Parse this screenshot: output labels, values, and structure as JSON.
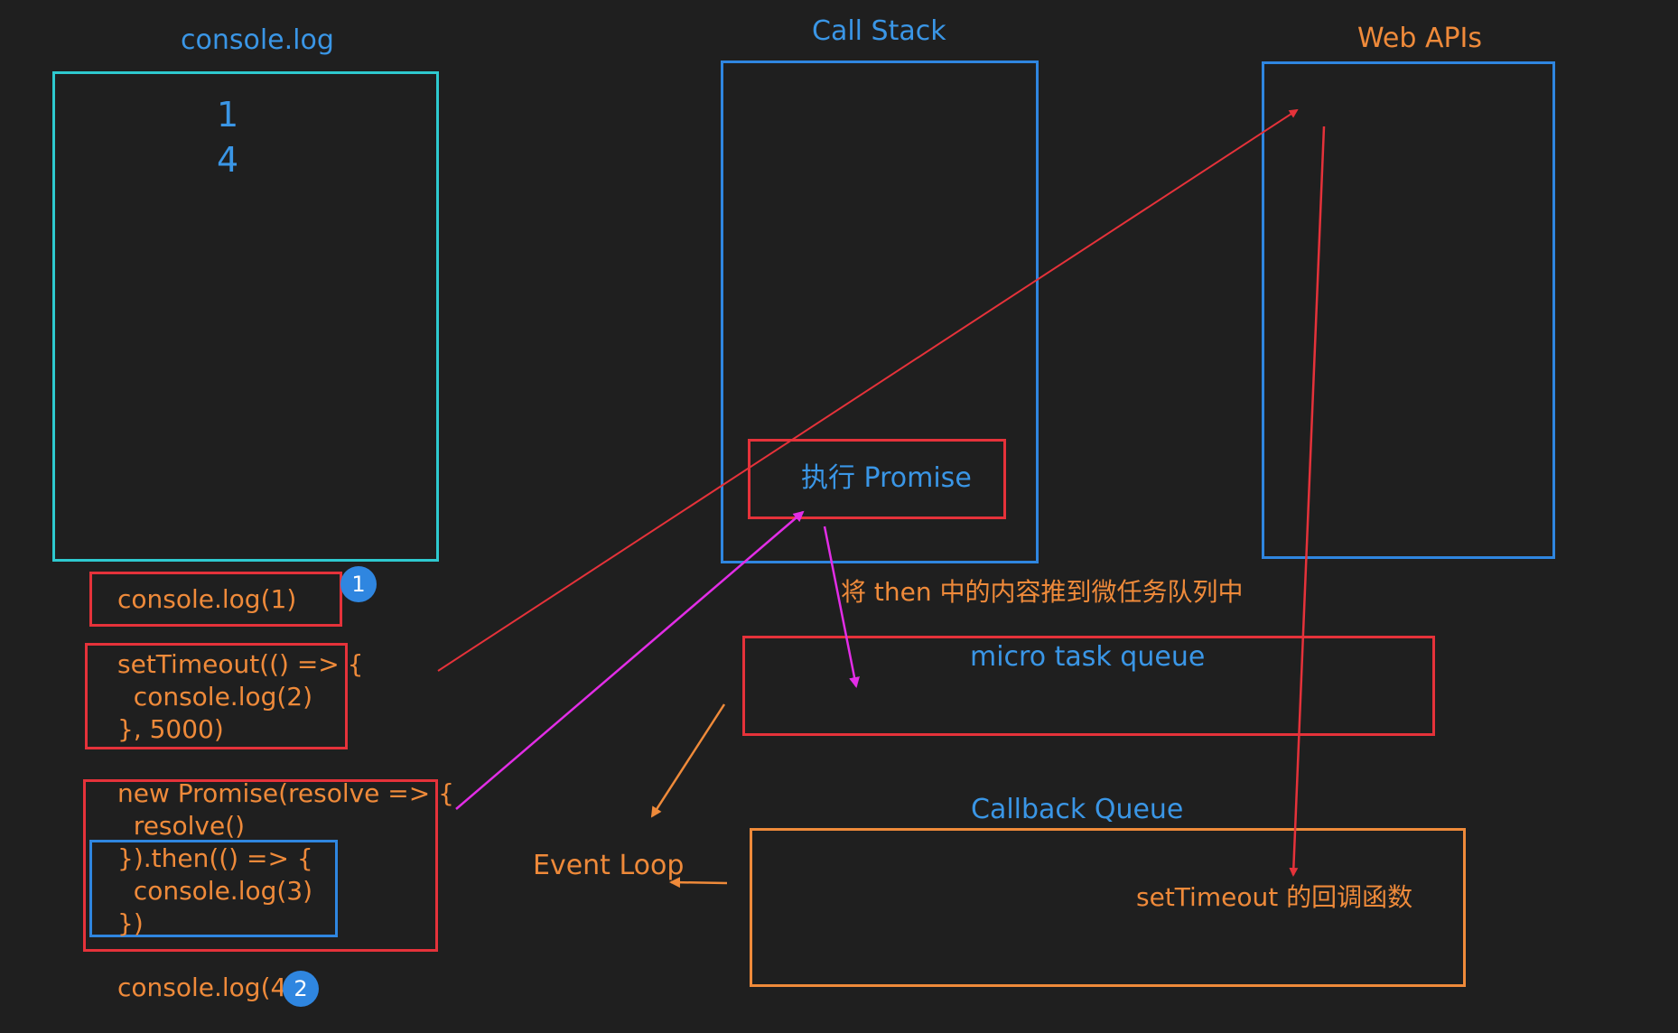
{
  "console_panel": {
    "title": "console.log",
    "outputs": [
      "1",
      "4"
    ]
  },
  "call_stack": {
    "title": "Call Stack",
    "frame": "执行 Promise"
  },
  "web_apis": {
    "title": "Web APIs"
  },
  "code": {
    "line1": "console.log(1)",
    "badge1": "1",
    "timeout_block": "setTimeout(() => {\n  console.log(2)\n}, 5000)",
    "promise_line1": "new Promise(resolve => {",
    "promise_line2": "  resolve()",
    "then_block": "}).then(() => {\n  console.log(3)\n})",
    "line4": "console.log(4)",
    "badge2": "2"
  },
  "annotations": {
    "then_note": "将 then 中的内容推到微任务队列中"
  },
  "micro_task_queue": {
    "title": "micro task queue"
  },
  "callback_queue": {
    "title": "Callback Queue",
    "item": "setTimeout 的回调函数"
  },
  "event_loop": {
    "label": "Event Loop"
  },
  "colors": {
    "background": "#1f1f1f",
    "blue_text": "#3a96e6",
    "orange_text": "#ef8a3a",
    "cyan_border": "#2ec9cf",
    "blue_border": "#2f86e0",
    "red_border": "#e5323a",
    "orange_border": "#ef8a3a",
    "magenta_arrow": "#e22de6"
  }
}
